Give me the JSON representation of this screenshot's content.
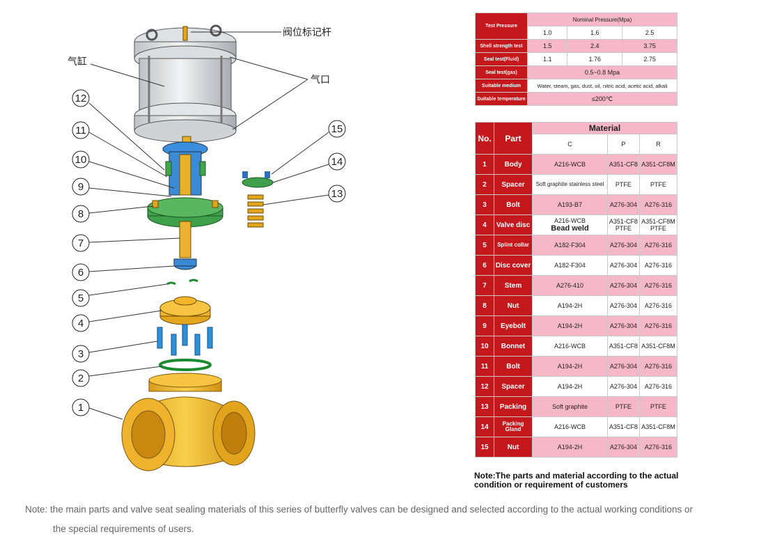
{
  "callouts": {
    "marker_rod": "阀位标记杆",
    "cylinder": "气缸",
    "air_port": "气口"
  },
  "part_numbers": [
    "1",
    "2",
    "3",
    "4",
    "5",
    "6",
    "7",
    "8",
    "9",
    "10",
    "11",
    "12",
    "13",
    "14",
    "15"
  ],
  "pressure_table": {
    "test_pressure": "Test Pressure",
    "nominal_pressure": "Nominal Pressure(Mpa)",
    "pressures": [
      "1.0",
      "1.6",
      "2.5"
    ],
    "rows": [
      {
        "label": "Shell strength test",
        "values": [
          "1.5",
          "2.4",
          "3.75"
        ]
      },
      {
        "label": "Seal test(Fluid)",
        "values": [
          "1.1",
          "1.76",
          "2.75"
        ]
      }
    ],
    "seal_gas": {
      "label": "Seal test(gas)",
      "value": "0.5~0.8 Mpa"
    },
    "medium": {
      "label": "Suitable medium",
      "value": "Water, steam, gas, dust, oil, nitric acid, acetic acid, alkali"
    },
    "temperature": {
      "label": "Suitable temperature",
      "value": "≤200℃"
    }
  },
  "material_table": {
    "no_header": "No.",
    "part_header": "Part",
    "material_header": "Material",
    "grades": [
      "C",
      "P",
      "R"
    ],
    "rows": [
      {
        "no": "1",
        "part": "Body",
        "c": "A216-WCB",
        "p": "A351-CF8",
        "r": "A351-CF8M"
      },
      {
        "no": "2",
        "part": "Spacer",
        "c": "Soft graphite stainless steel",
        "p": "PTFE",
        "r": "PTFE"
      },
      {
        "no": "3",
        "part": "Bolt",
        "c": "A193-B7",
        "p": "A276-304",
        "r": "A276-316"
      },
      {
        "no": "4",
        "part": "Valve disc",
        "c": "A216-WCB",
        "c2": "Bead weld",
        "p": "A351-CF8",
        "p2": "PTFE",
        "r": "A351-CF8M",
        "r2": "PTFE"
      },
      {
        "no": "5",
        "part": "Splint collar",
        "c": "A182-F304",
        "p": "A276-304",
        "r": "A276-316"
      },
      {
        "no": "6",
        "part": "Disc cover",
        "c": "A182-F304",
        "p": "A276-304",
        "r": "A276-316"
      },
      {
        "no": "7",
        "part": "Stem",
        "c": "A276-410",
        "p": "A276-304",
        "r": "A276-316"
      },
      {
        "no": "8",
        "part": "Nut",
        "c": "A194-2H",
        "p": "A276-304",
        "r": "A276-316"
      },
      {
        "no": "9",
        "part": "Eyebolt",
        "c": "A194-2H",
        "p": "A276-304",
        "r": "A276-316"
      },
      {
        "no": "10",
        "part": "Bonnet",
        "c": "A216-WCB",
        "p": "A351-CF8",
        "r": "A351-CF8M"
      },
      {
        "no": "11",
        "part": "Bolt",
        "c": "A194-2H",
        "p": "A276-304",
        "r": "A276-316"
      },
      {
        "no": "12",
        "part": "Spacer",
        "c": "A194-2H",
        "p": "A276-304",
        "r": "A276-316"
      },
      {
        "no": "13",
        "part": "Packing",
        "c": "Soft graphite",
        "p": "PTFE",
        "r": "PTFE"
      },
      {
        "no": "14",
        "part": "Packing Gland",
        "c": "A216-WCB",
        "p": "A351-CF8",
        "r": "A351-CF8M"
      },
      {
        "no": "15",
        "part": "Nut",
        "c": "A194-2H",
        "p": "A276-304",
        "r": "A276-316"
      }
    ]
  },
  "table_note": "Note:The parts and material according to the actual condition or requirement of customers",
  "footer_note": {
    "line1": "Note: the main parts and valve seat sealing materials of this series of butterfly valves can be designed and selected according to the actual working conditions or",
    "line2": "the special requirements of users."
  },
  "colors": {
    "red": "#c4181d",
    "pink": "#f6b7c8",
    "body": "#f3b52a",
    "blue": "#2f8fd8",
    "green": "#35a04a"
  }
}
